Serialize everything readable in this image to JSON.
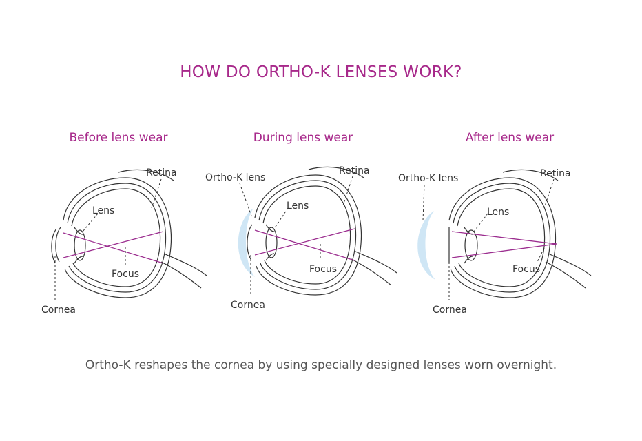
{
  "title": "HOW DO ORTHO-K LENSES WORK?",
  "caption": "Ortho-K reshapes the cornea by using specially designed lenses worn overnight.",
  "colors": {
    "accent": "#a7288a",
    "ray": "#9b2d8f",
    "ortho_lens": "#cfe6f5",
    "line": "#333333",
    "caption": "#555555"
  },
  "panels": [
    {
      "title": "Before lens wear",
      "labels": {
        "retina": "Retina",
        "lens": "Lens",
        "focus": "Focus",
        "cornea": "Cornea"
      }
    },
    {
      "title": "During lens wear",
      "labels": {
        "orthok": "Ortho-K lens",
        "retina": "Retina",
        "lens": "Lens",
        "focus": "Focus",
        "cornea": "Cornea"
      }
    },
    {
      "title": "After lens wear",
      "labels": {
        "orthok": "Ortho-K lens",
        "retina": "Retina",
        "lens": "Lens",
        "focus": "Focus",
        "cornea": "Cornea"
      }
    }
  ]
}
